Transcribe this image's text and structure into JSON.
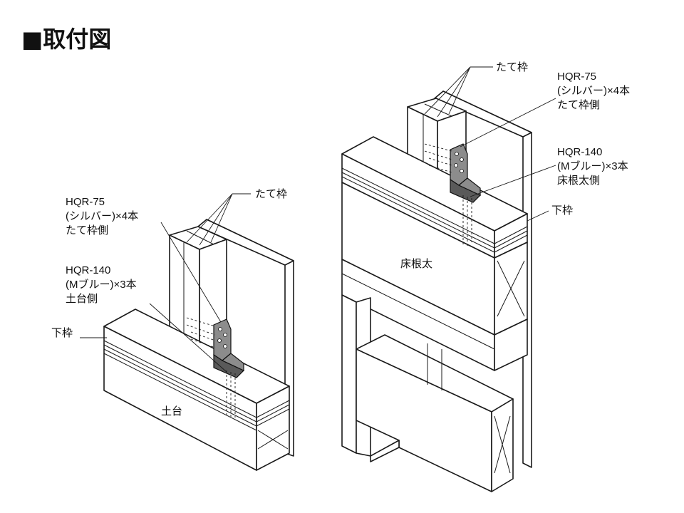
{
  "title": "■取付図",
  "left": {
    "frame_label": "たて枠",
    "screw_top": [
      "HQR-75",
      "(シルバー)×4本",
      "たて枠側"
    ],
    "screw_bottom": [
      "HQR-140",
      "(Mブルー)×3本",
      "土台側"
    ],
    "base_frame_label": "下枠",
    "sill_label": "土台"
  },
  "right": {
    "frame_label": "たて枠",
    "screw_top": [
      "HQR-75",
      "(シルバー)×4本",
      "たて枠側"
    ],
    "screw_bottom": [
      "HQR-140",
      "(Mブルー)×3本",
      "床根太側"
    ],
    "base_frame_label": "下枠",
    "joist_label": "床根太"
  }
}
